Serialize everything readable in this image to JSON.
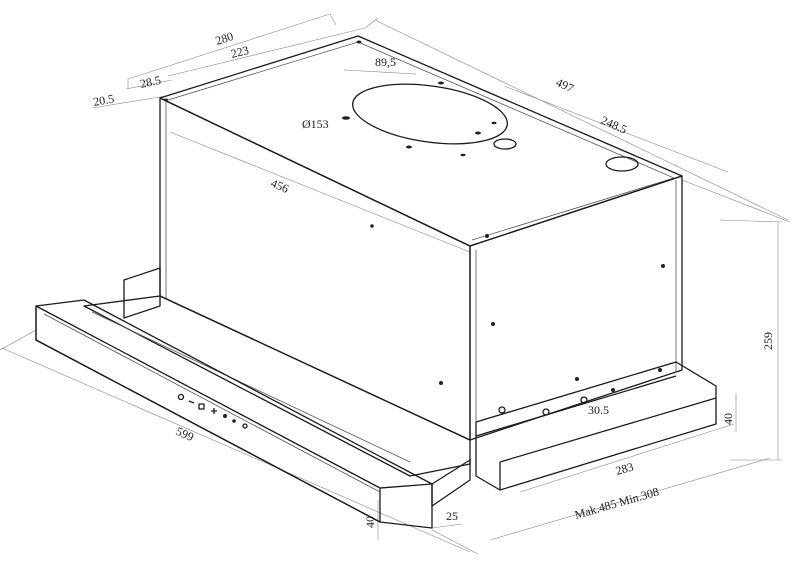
{
  "dimensions": {
    "d280": "280",
    "d223": "223",
    "d28_5": "28.5",
    "d20_5": "20.5",
    "d89_5": "89,5",
    "d497": "497",
    "d248_5": "248.5",
    "d153": "Ø153",
    "d456": "456",
    "d259": "259",
    "d599": "599",
    "d283": "283",
    "d40_right": "40",
    "d30_5": "30.5",
    "d40_front": "40",
    "d25": "25",
    "telescope": "Mak.485 Min.308"
  },
  "control_panel": {
    "icons": [
      "power-icon",
      "minus-icon",
      "square-icon",
      "plus-icon",
      "dot-icon",
      "light-icon"
    ]
  }
}
